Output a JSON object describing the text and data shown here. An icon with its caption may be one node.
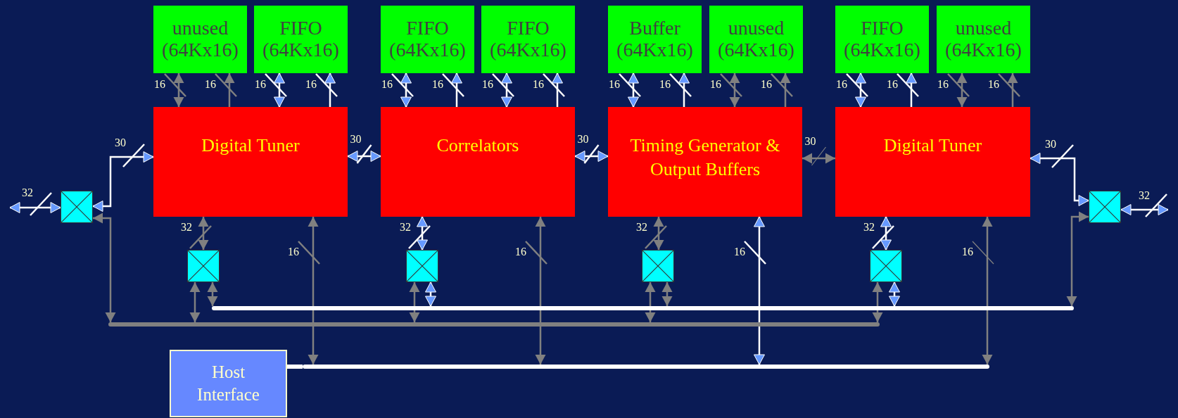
{
  "diagram": {
    "nodes": [
      {
        "text": [
          "unused (64Kx16)"
        ]
      },
      {
        "text": [
          "FIFO (64Kx16)"
        ]
      },
      {
        "text": [
          "FIFO (64Kx16)"
        ]
      },
      {
        "text": [
          "FIFO (64Kx16)"
        ]
      },
      {
        "text": [
          "Buffer (64Kx16)"
        ]
      },
      {
        "text": [
          "unused (64Kx16)"
        ]
      },
      {
        "text": [
          "FIFO (64Kx16)"
        ]
      },
      {
        "text": [
          "unused (64Kx16)"
        ]
      },
      {
        "text": [
          "Digital Tuner"
        ]
      },
      {
        "text": [
          "Correlators"
        ]
      },
      {
        "text": [
          "Timing Generator & Output Buffers"
        ]
      },
      {
        "text": [
          "Digital Tuner"
        ]
      },
      {
        "text": [],
        "shape": "box"
      },
      {
        "text": [],
        "shape": "box"
      },
      {
        "text": [],
        "shape": "box"
      },
      {
        "text": [],
        "shape": "box"
      },
      {
        "text": [],
        "shape": "box"
      },
      {
        "text": [],
        "shape": "box"
      },
      {
        "text": [
          "Host Interface"
        ]
      },
      {
        "text": [],
        "shape": "bar"
      },
      {
        "text": [],
        "shape": "bar"
      },
      {
        "text": [],
        "shape": "bar"
      }
    ],
    "edges": [
      {
        "from": 8,
        "to": 0,
        "arrow": "both",
        "label": "16",
        "color": "#808080"
      },
      {
        "from": 8,
        "to": 0,
        "arrow": "to",
        "label": "16",
        "color": "#808080"
      },
      {
        "from": 8,
        "to": 1,
        "arrow": "both",
        "label": "16"
      },
      {
        "from": 8,
        "to": 1,
        "arrow": "to",
        "label": "16"
      },
      {
        "from": 9,
        "to": 2,
        "arrow": "both",
        "label": "16"
      },
      {
        "from": 9,
        "to": 2,
        "arrow": "to",
        "label": "16"
      },
      {
        "from": 9,
        "to": 3,
        "arrow": "both",
        "label": "16"
      },
      {
        "from": 9,
        "to": 3,
        "arrow": "to",
        "label": "16"
      },
      {
        "from": 10,
        "to": 4,
        "arrow": "both",
        "label": "16"
      },
      {
        "from": 10,
        "to": 4,
        "arrow": "to",
        "label": "16"
      },
      {
        "from": 10,
        "to": 5,
        "arrow": "both",
        "label": "16",
        "color": "#808080"
      },
      {
        "from": 10,
        "to": 5,
        "arrow": "to",
        "label": "16",
        "color": "#808080"
      },
      {
        "from": 11,
        "to": 6,
        "arrow": "both",
        "label": "16"
      },
      {
        "from": 11,
        "to": 6,
        "arrow": "to",
        "label": "16"
      },
      {
        "from": 11,
        "to": 7,
        "arrow": "both",
        "label": "16",
        "color": "#808080"
      },
      {
        "from": 11,
        "to": 7,
        "arrow": "to",
        "label": "16",
        "color": "#808080"
      },
      {
        "from": 8,
        "to": 9,
        "arrow": "both",
        "label": "30"
      },
      {
        "from": 9,
        "to": 10,
        "arrow": "both",
        "label": "30"
      },
      {
        "from": 10,
        "to": 11,
        "arrow": "both",
        "label": "30",
        "color": "#808080"
      },
      {
        "from": null,
        "to": 12,
        "arrow": "both",
        "label": "32"
      },
      {
        "from": 12,
        "to": 8,
        "arrow": "both",
        "label": "30"
      },
      {
        "from": 11,
        "to": 13,
        "arrow": "both",
        "label": "30"
      },
      {
        "from": 13,
        "to": null,
        "arrow": "both",
        "label": "32"
      },
      {
        "from": 12,
        "to": 20,
        "arrow": "both",
        "color": "#808080"
      },
      {
        "from": 13,
        "to": 19,
        "arrow": "both",
        "color": "#808080"
      },
      {
        "from": 8,
        "to": 14,
        "arrow": "both",
        "label": "32",
        "color": "#808080"
      },
      {
        "from": 9,
        "to": 15,
        "arrow": "both",
        "label": "32"
      },
      {
        "from": 10,
        "to": 16,
        "arrow": "both",
        "label": "32",
        "color": "#808080"
      },
      {
        "from": 11,
        "to": 17,
        "arrow": "both",
        "label": "32"
      },
      {
        "from": 14,
        "to": 20,
        "arrow": "both",
        "color": "#808080"
      },
      {
        "from": 14,
        "to": 19,
        "arrow": "both",
        "color": "#808080"
      },
      {
        "from": 15,
        "to": 20,
        "arrow": "both",
        "color": "#808080"
      },
      {
        "from": 15,
        "to": 19,
        "arrow": "both"
      },
      {
        "from": 16,
        "to": 20,
        "arrow": "both",
        "color": "#808080"
      },
      {
        "from": 16,
        "to": 19,
        "arrow": "both",
        "color": "#808080"
      },
      {
        "from": 17,
        "to": 20,
        "arrow": "both",
        "color": "#808080"
      },
      {
        "from": 17,
        "to": 19,
        "arrow": "both"
      },
      {
        "from": 8,
        "to": 21,
        "arrow": "both",
        "label": "16",
        "color": "#808080"
      },
      {
        "from": 9,
        "to": 21,
        "arrow": "both",
        "label": "16",
        "color": "#808080"
      },
      {
        "from": 10,
        "to": 21,
        "arrow": "both",
        "label": "16"
      },
      {
        "from": 11,
        "to": 21,
        "arrow": "both",
        "label": "16",
        "color": "#808080"
      },
      {
        "from": 18,
        "to": 21,
        "arrow": "none",
        "style": "thick"
      }
    ]
  }
}
